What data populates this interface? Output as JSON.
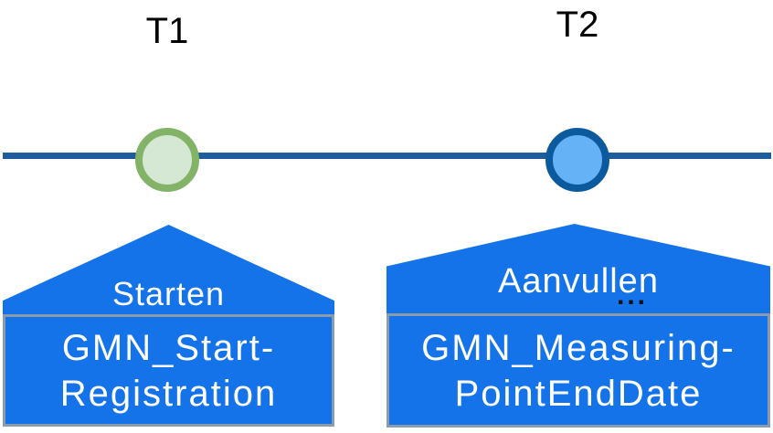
{
  "colors": {
    "callout_blue": "#1473E8",
    "timeline_line_blue": "#1E5C9C",
    "marker_t1_border_green": "#82B366",
    "marker_t1_fill_light_green": "#D5E8D4",
    "marker_t2_border_dark_blue": "#0C5A9E",
    "marker_t2_fill_light_blue": "#66B2F7",
    "message_box_border_gray": "#8A9BAB",
    "callout_text": "#FFFFFF",
    "label_text": "#000000"
  },
  "timeline": {
    "events": [
      {
        "time_label": "T1",
        "action_label": "Starten",
        "message_line1": "GMN_Start-",
        "message_line2": "Registration"
      },
      {
        "time_label": "T2",
        "action_label": "Aanvullen",
        "ellipsis": "...",
        "message_line1": "GMN_Measuring-",
        "message_line2": "PointEndDate"
      }
    ]
  }
}
